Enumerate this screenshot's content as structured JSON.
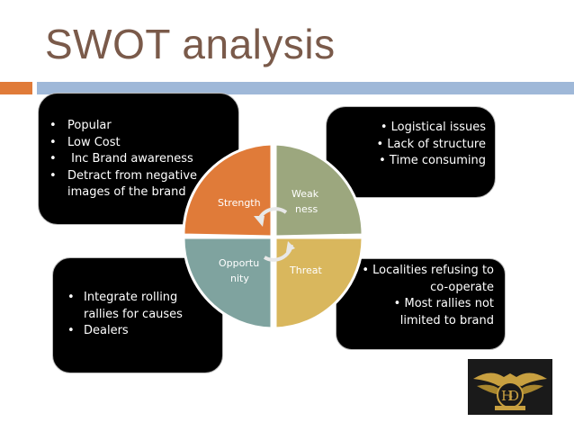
{
  "title": "SWOT analysis",
  "colors": {
    "strength": "#e07b39",
    "weakness": "#9ca77e",
    "opportunity": "#7fa39f",
    "threat": "#d9b75d",
    "title": "#7a5a4a",
    "accent_bar": "#e07b39",
    "rule_bar": "#9fb8d8"
  },
  "quadrants": {
    "strength": "Strength",
    "weakness_line1": "Weak",
    "weakness_line2": "ness",
    "opportunity_line1": "Opportu",
    "opportunity_line2": "nity",
    "threat": "Threat"
  },
  "strengths": [
    "Popular",
    "Low Cost",
    " Inc Brand awareness",
    "Detract from negative images of the brand"
  ],
  "weaknesses": [
    "Logistical issues",
    "Lack of structure",
    "Time consuming"
  ],
  "opportunities": [
    "Integrate rolling rallies for causes",
    "Dealers"
  ],
  "threats": [
    "Localities refusing to co-operate",
    "Most rallies not limited to brand"
  ],
  "bullet": "•",
  "logo_text": "H-D"
}
